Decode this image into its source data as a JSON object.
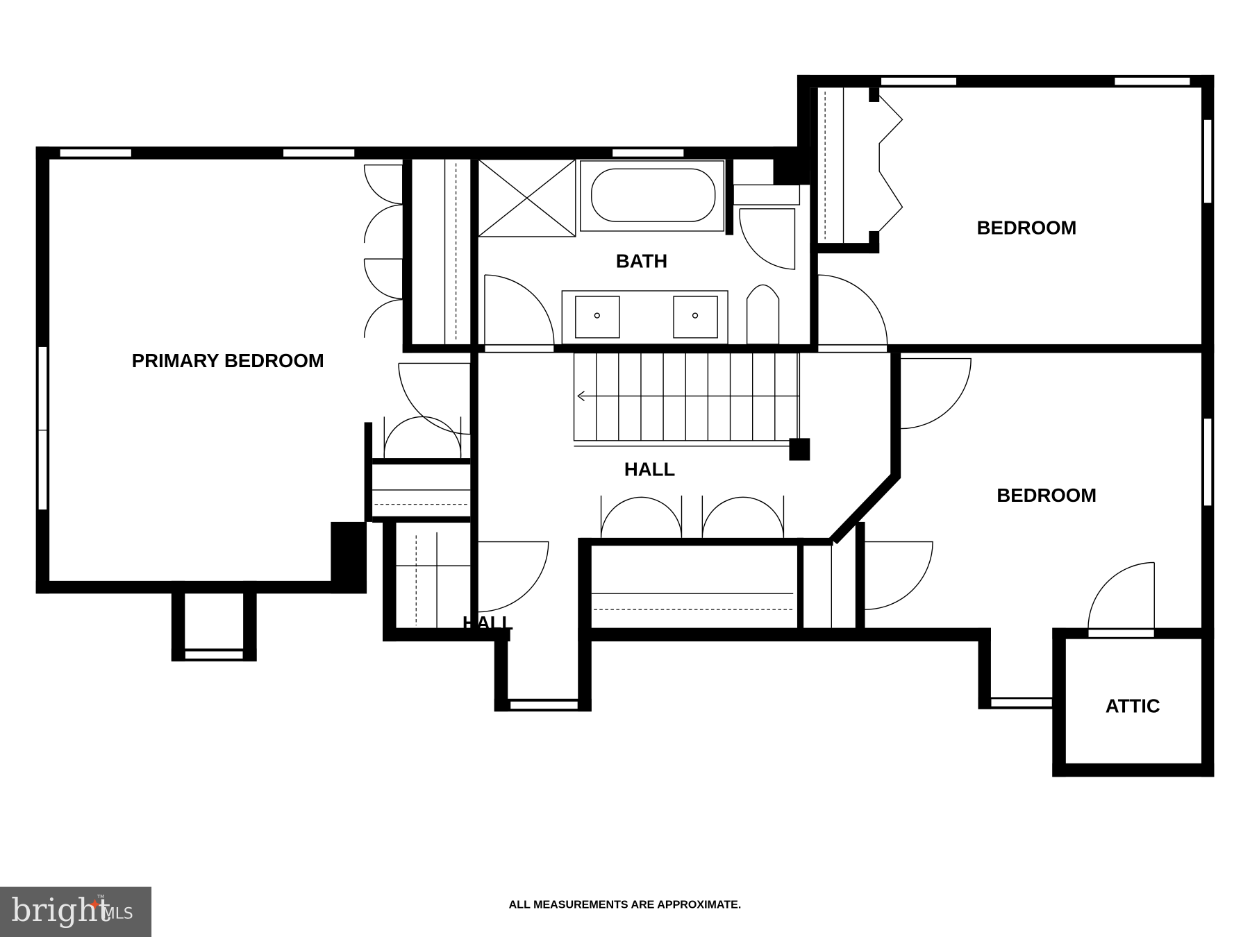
{
  "floorplan": {
    "rooms": {
      "primary_bedroom": "PRIMARY BEDROOM",
      "bath": "BATH",
      "bedroom_1": "BEDROOM",
      "hall_1": "HALL",
      "bedroom_2": "BEDROOM",
      "hall_2": "HALL",
      "attic": "ATTIC"
    },
    "disclaimer": "ALL MEASUREMENTS ARE APPROXIMATE.",
    "wall_color": "#000000"
  },
  "logo": {
    "brand": "bright",
    "suffix": "MLS",
    "trademark": "TM",
    "background": "#5f5f5f",
    "accent": "#e0502a"
  }
}
